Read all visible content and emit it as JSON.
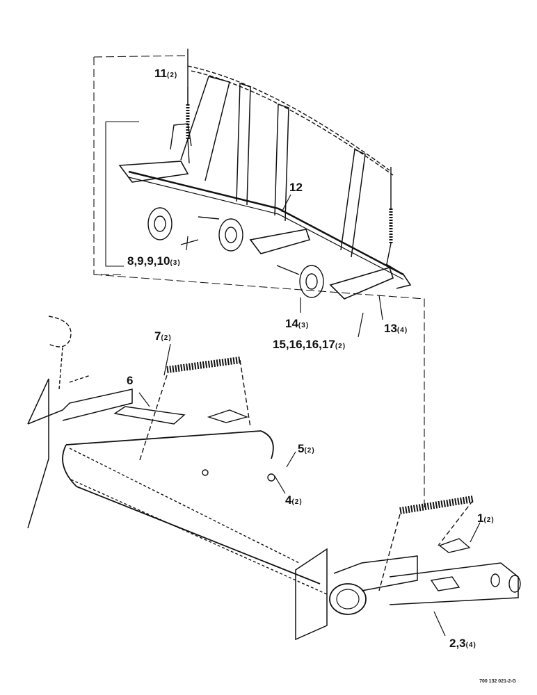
{
  "callouts": {
    "c11": {
      "num": "11",
      "qty": "(2)"
    },
    "c12": {
      "num": "12",
      "qty": ""
    },
    "c8": {
      "num": "8,9,9,10",
      "qty": "(3)"
    },
    "c14": {
      "num": "14",
      "qty": "(3)"
    },
    "c13": {
      "num": "13",
      "qty": "(4)"
    },
    "c15": {
      "num": "15,16,16,17",
      "qty": "(2)"
    },
    "c7": {
      "num": "7",
      "qty": "(2)"
    },
    "c6": {
      "num": "6",
      "qty": ""
    },
    "c5": {
      "num": "5",
      "qty": "(2)"
    },
    "c4": {
      "num": "4",
      "qty": "(2)"
    },
    "c1": {
      "num": "1",
      "qty": "(2)"
    },
    "c2": {
      "num": "2,3",
      "qty": "(4)"
    }
  },
  "drawing_number": "700 132 021-2-G"
}
